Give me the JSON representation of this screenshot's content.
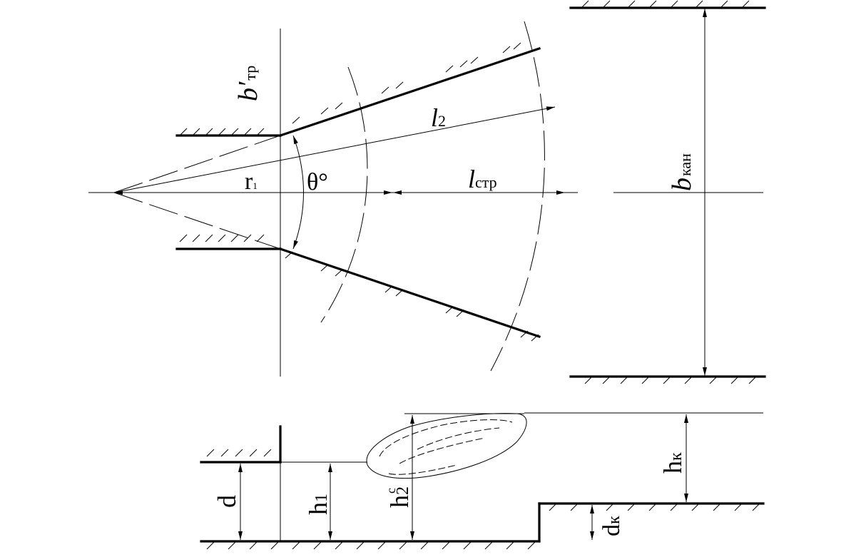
{
  "plan_view": {
    "b_tr": {
      "main": "b′",
      "sub": "тр"
    },
    "r1": {
      "main": "r",
      "sub": "1"
    },
    "theta": "θ°",
    "l2": {
      "main": "l",
      "sub": "2"
    },
    "l_str": {
      "main": "l",
      "sub": "стр"
    },
    "b_kan": {
      "main": "b",
      "sub": "кан"
    }
  },
  "section_view": {
    "d": "d",
    "h1": {
      "main": "h",
      "sub": "1"
    },
    "h2c": {
      "main": "h",
      "sub": "2",
      "sup": "c"
    },
    "hk": {
      "main": "h",
      "sub": "к"
    },
    "dk": {
      "main": "d",
      "sub": "к"
    }
  }
}
